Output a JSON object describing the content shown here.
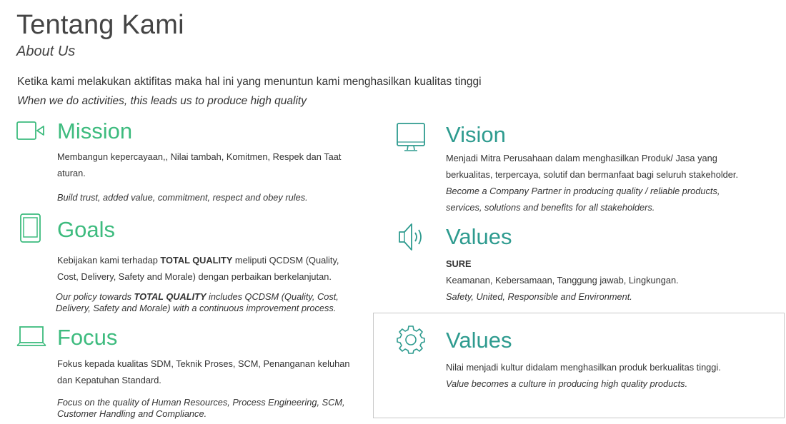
{
  "header": {
    "title": "Tentang Kami",
    "subtitle": "About Us",
    "intro_id": "Ketika kami melakukan aktifitas maka hal ini yang menuntun kami menghasilkan kualitas tinggi",
    "intro_en": "When we do activities, this leads us to produce high quality"
  },
  "mission": {
    "icon": "video-camera-icon",
    "heading": "Mission",
    "text_id_line1": "Membangun kepercayaan,, Nilai tambah, Komitmen, Respek dan Taat",
    "text_id_line2": "aturan.",
    "text_en": "Build trust, added value, commitment, respect and obey rules."
  },
  "goals": {
    "icon": "tablet-icon",
    "heading": "Goals",
    "text_id_line1_a": "Kebijakan kami terhadap ",
    "text_id_line1_b": "TOTAL QUALITY",
    "text_id_line1_c": " meliputi QCDSM (Quality,",
    "text_id_line2": "Cost, Delivery, Safety and Morale) dengan perbaikan berkelanjutan.",
    "text_en_line1_a": "Our policy towards ",
    "text_en_line1_b": "TOTAL QUALITY",
    "text_en_line1_c": " includes QCDSM (Quality, Cost,",
    "text_en_line2": "Delivery, Safety and Morale) with a continuous improvement process."
  },
  "focus": {
    "icon": "laptop-icon",
    "heading": "Focus",
    "text_id_line1": "Fokus kepada kualitas SDM, Teknik Proses, SCM, Penanganan keluhan",
    "text_id_line2": "dan Kepatuhan Standard.",
    "text_en_line1": "Focus on the quality of Human Resources, Process Engineering, SCM,",
    "text_en_line2": "Customer Handling and Compliance."
  },
  "vision": {
    "icon": "monitor-icon",
    "heading": "Vision",
    "text_id_line1": "Menjadi Mitra Perusahaan dalam menghasilkan Produk/ Jasa yang",
    "text_id_line2": "berkualitas, terpercaya, solutif dan bermanfaat bagi seluruh stakeholder.",
    "text_en_line1": "Become a Company Partner in producing quality / reliable products,",
    "text_en_line2": "services, solutions and benefits for all stakeholders."
  },
  "values_sure": {
    "icon": "speaker-icon",
    "heading": "Values",
    "label": "SURE",
    "text_id": "Keamanan, Kebersamaan, Tanggung jawab, Lingkungan.",
    "text_en": "Safety, United, Responsible and Environment."
  },
  "values_culture": {
    "icon": "gear-icon",
    "heading": "Values",
    "text_id": "Nilai  menjadi kultur didalam menghasilkan produk berkualitas tinggi.",
    "text_en": "Value becomes a culture in producing high quality products."
  },
  "colors": {
    "green": "#3dbb7e",
    "teal": "#2e9b8f",
    "text": "#333333"
  }
}
